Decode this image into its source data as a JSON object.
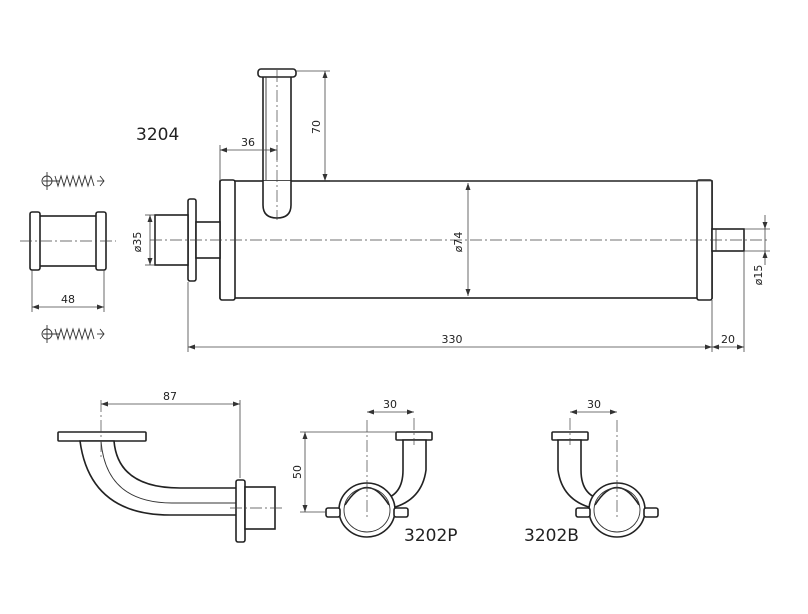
{
  "part_labels": {
    "silencer": "3204",
    "elbow_p": "3202P",
    "elbow_b": "3202B"
  },
  "dimensions": {
    "inlet_height": "70",
    "inlet_offset": "36",
    "body_diameter": "ø74",
    "flange_diameter": "ø35",
    "outlet_diameter": "ø15",
    "body_length": "330",
    "outlet_length": "20",
    "coupler_length": "48",
    "elbow_reach": "87",
    "clamp_offset_p": "30",
    "elbow_height_p": "50",
    "clamp_offset_b": "30"
  },
  "icons": [
    "spring-icon",
    "spring-icon"
  ]
}
